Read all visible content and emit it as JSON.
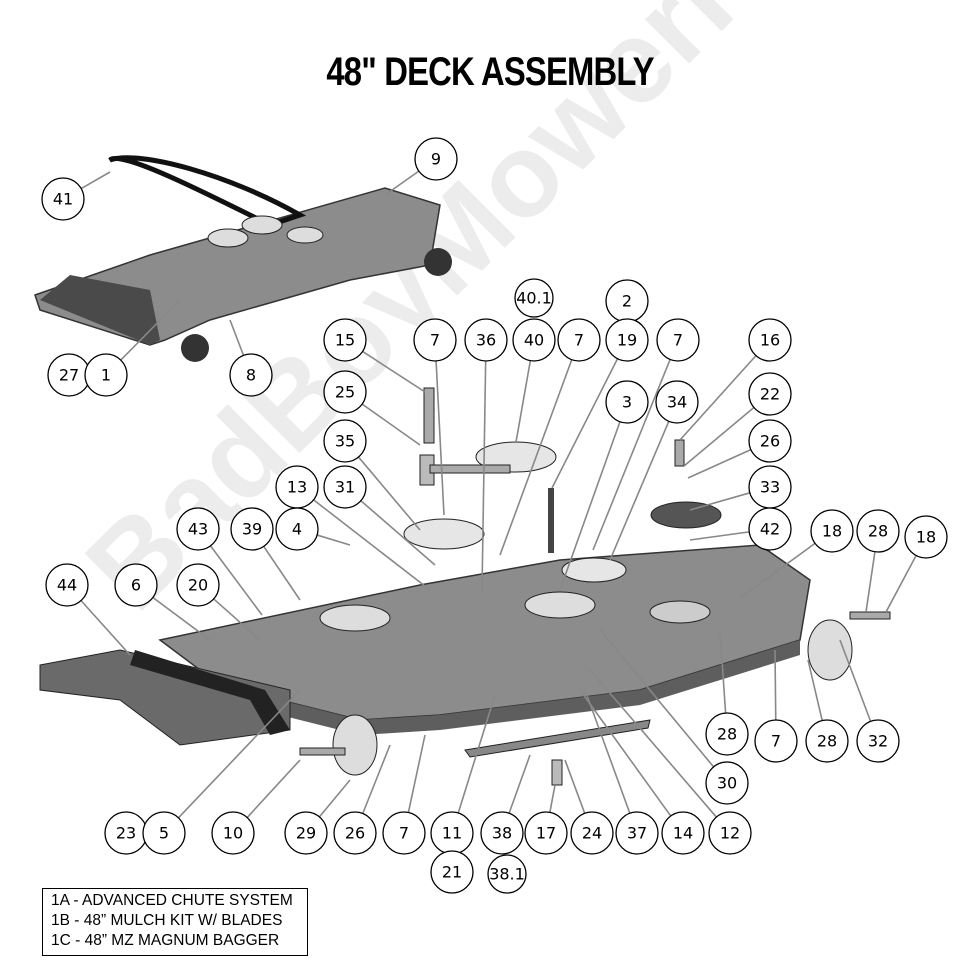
{
  "title": "48\" DECK ASSEMBLY",
  "watermark": "BadBoyMowerParts.com",
  "colors": {
    "deck": "#8c8c8c",
    "deck_dark": "#555555",
    "parts": "#222222",
    "leader": "#888888"
  },
  "callouts": [
    "41",
    "9",
    "27",
    "1",
    "8",
    "40.1",
    "2",
    "15",
    "7",
    "36",
    "40",
    "7",
    "19",
    "7",
    "16",
    "25",
    "3",
    "34",
    "22",
    "35",
    "26",
    "13",
    "31",
    "33",
    "43",
    "39",
    "4",
    "42",
    "18",
    "28",
    "18",
    "44",
    "6",
    "20",
    "28",
    "7",
    "28",
    "32",
    "30",
    "23",
    "5",
    "10",
    "29",
    "26",
    "7",
    "11",
    "38",
    "17",
    "24",
    "37",
    "14",
    "12",
    "21",
    "38.1"
  ],
  "legend": {
    "items": [
      "1A - ADVANCED CHUTE SYSTEM",
      "1B - 48” MULCH KIT W/ BLADES",
      "1C - 48” MZ MAGNUM BAGGER"
    ]
  }
}
